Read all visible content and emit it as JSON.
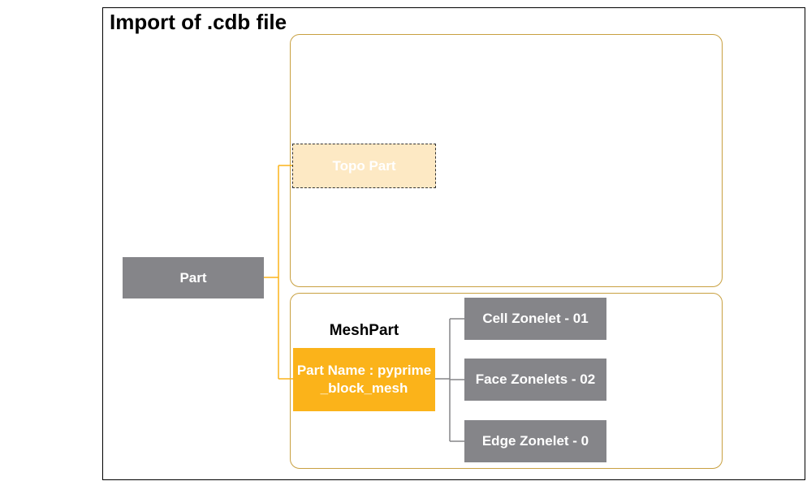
{
  "title": "Import of .cdb file",
  "nodes": {
    "part": "Part",
    "topo_part": "Topo Part",
    "meshpart_label": "MeshPart",
    "mesh_part_name": "Part Name : pyprime_block_mesh",
    "zonelets": [
      "Cell Zonelet - 01",
      "Face Zonelets - 02",
      "Edge Zonelet - 0"
    ]
  },
  "colors": {
    "gray_box": "#858589",
    "orange_box": "#fbb31a",
    "pale_orange_box": "#fde9c4",
    "connector_orange": "#fbb31a",
    "connector_gray": "#858589",
    "panel_border": "#c8a040"
  }
}
